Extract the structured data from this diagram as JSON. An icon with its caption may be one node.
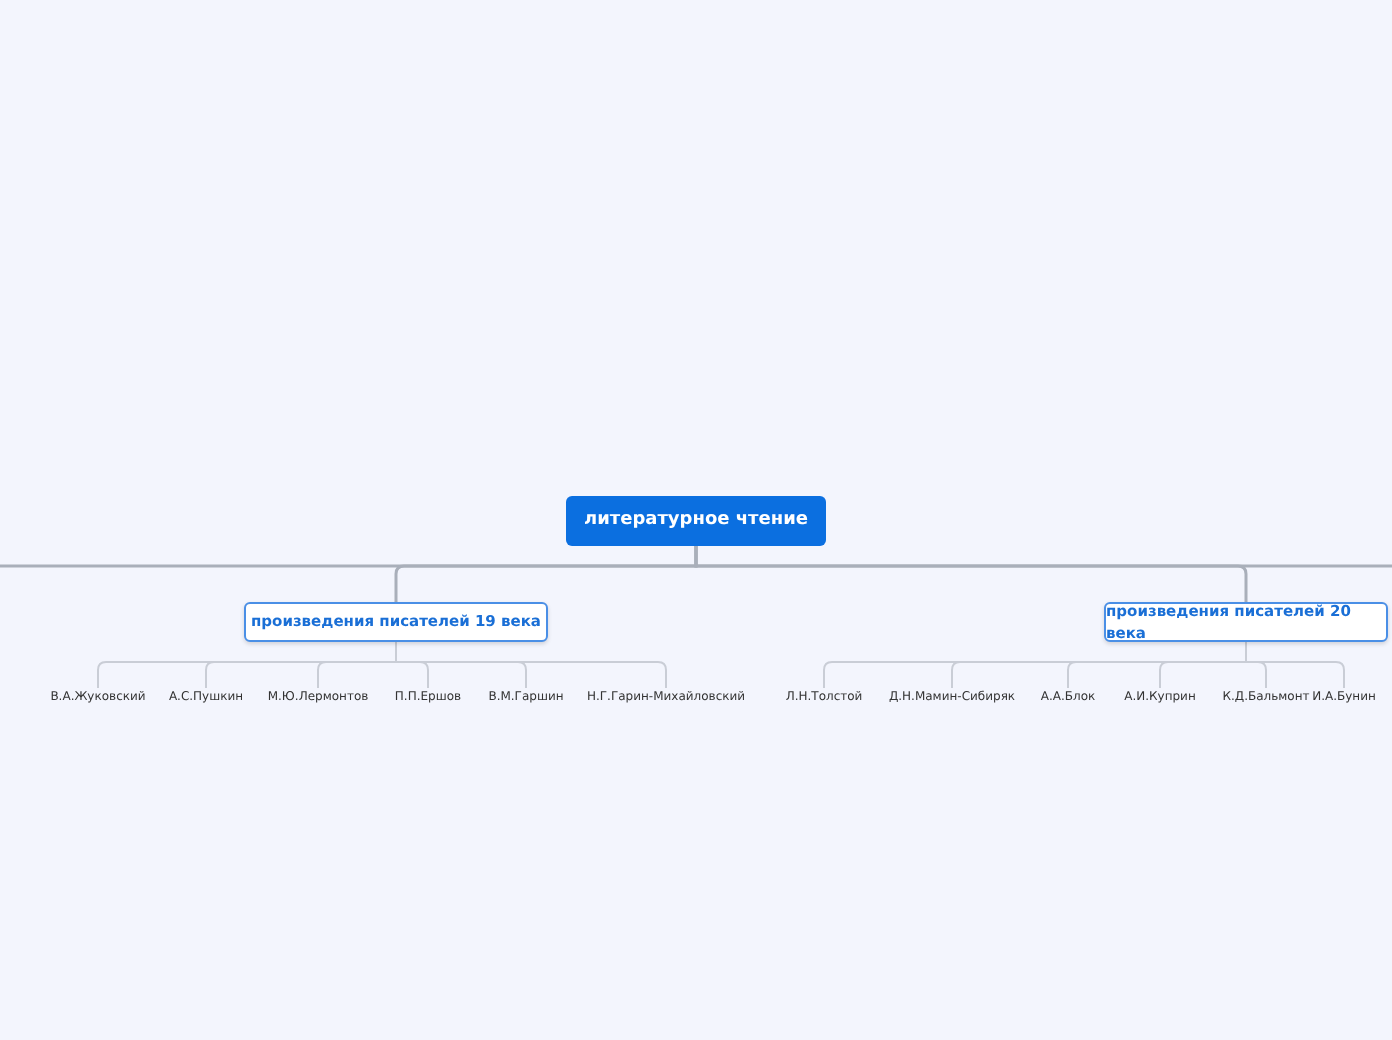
{
  "diagram": {
    "nodes": [
      {
        "text": [
          "литературное чтение"
        ]
      },
      {
        "text": [
          "произведения писателей 19 века"
        ]
      },
      {
        "text": [
          "произведения писателей 20 века"
        ]
      },
      {
        "text": [
          "В.А.Жуковский"
        ]
      },
      {
        "text": [
          "А.С.Пушкин"
        ]
      },
      {
        "text": [
          "М.Ю.Лермонтов"
        ]
      },
      {
        "text": [
          "П.П.Ершов"
        ]
      },
      {
        "text": [
          "В.М.Гаршин"
        ]
      },
      {
        "text": [
          "Н.Г.Гарин-Михайловский"
        ]
      },
      {
        "text": [
          "Л.Н.Толстой"
        ]
      },
      {
        "text": [
          "Д.Н.Мамин-Сибиряк"
        ]
      },
      {
        "text": [
          "А.А.Блок"
        ]
      },
      {
        "text": [
          "А.И.Куприн"
        ]
      },
      {
        "text": [
          "К.Д.Бальмонт"
        ]
      },
      {
        "text": [
          "И.А.Бунин"
        ]
      }
    ],
    "edges": [
      {
        "from": 0,
        "to": null,
        "arrow": "none"
      },
      {
        "from": 0,
        "to": 1,
        "arrow": "none"
      },
      {
        "from": 0,
        "to": 2,
        "arrow": "none"
      },
      {
        "from": 0,
        "to": null,
        "arrow": "none"
      },
      {
        "from": 1,
        "to": 3,
        "arrow": "none"
      },
      {
        "from": 1,
        "to": 4,
        "arrow": "none"
      },
      {
        "from": 1,
        "to": 5,
        "arrow": "none"
      },
      {
        "from": 1,
        "to": 6,
        "arrow": "none"
      },
      {
        "from": 1,
        "to": 7,
        "arrow": "none"
      },
      {
        "from": 1,
        "to": 8,
        "arrow": "none"
      },
      {
        "from": 2,
        "to": 9,
        "arrow": "none"
      },
      {
        "from": 2,
        "to": 10,
        "arrow": "none"
      },
      {
        "from": 2,
        "to": 11,
        "arrow": "none"
      },
      {
        "from": 2,
        "to": 12,
        "arrow": "none"
      },
      {
        "from": 2,
        "to": 13,
        "arrow": "none"
      },
      {
        "from": 2,
        "to": 14,
        "arrow": "none"
      }
    ]
  }
}
